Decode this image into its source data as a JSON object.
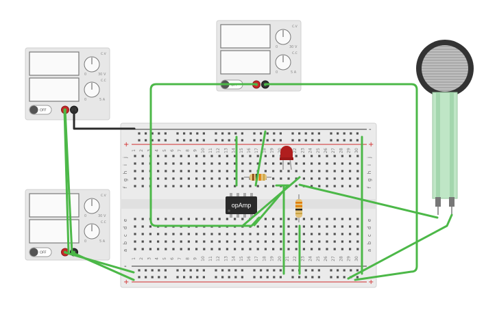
{
  "colors": {
    "wire_green": "#4cb848",
    "wire_black": "#2b2b2b",
    "psu_body": "#e7e7e7",
    "breadboard": "#ebebeb",
    "rail_red": "#d22b2b",
    "rail_black": "#333333",
    "led_red": "#b01e1e",
    "chip": "#2a2a2a"
  },
  "power_supplies": [
    {
      "id": "psu-1",
      "off_label": "OFF",
      "knob_labels": [
        "0",
        "30 V",
        "0",
        "5 A"
      ],
      "corner_labels": [
        "C.V",
        "C.C"
      ]
    },
    {
      "id": "psu-2",
      "off_label": "OFF",
      "knob_labels": [
        "0",
        "30 V",
        "0",
        "5 A"
      ],
      "corner_labels": [
        "C.V",
        "C.C"
      ]
    },
    {
      "id": "psu-3",
      "off_label": "OFF",
      "knob_labels": [
        "0",
        "30 V",
        "0",
        "5 A"
      ],
      "corner_labels": [
        "C.V",
        "C.C"
      ]
    }
  ],
  "breadboard": {
    "columns": 30,
    "top_rows": [
      "j",
      "i",
      "h",
      "g",
      "f"
    ],
    "bottom_rows": [
      "e",
      "d",
      "c",
      "b",
      "a"
    ],
    "rail_plus": "+",
    "rail_minus": "-"
  },
  "ic": {
    "label": "opAmp"
  },
  "sensor": {
    "type": "force-sensitive-resistor"
  }
}
